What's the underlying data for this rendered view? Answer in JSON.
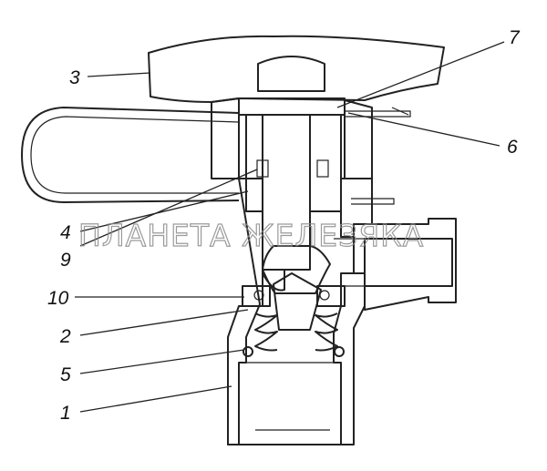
{
  "callouts": [
    {
      "id": "1",
      "text": "1"
    },
    {
      "id": "2",
      "text": "2"
    },
    {
      "id": "3",
      "text": "3"
    },
    {
      "id": "4",
      "text": "4"
    },
    {
      "id": "5",
      "text": "5"
    },
    {
      "id": "6",
      "text": "6"
    },
    {
      "id": "7",
      "text": "7"
    },
    {
      "id": "9",
      "text": "9"
    },
    {
      "id": "10",
      "text": "10"
    }
  ],
  "watermark": {
    "text": "ПЛАНЕТА ЖЕЛЕЗЯКА"
  }
}
